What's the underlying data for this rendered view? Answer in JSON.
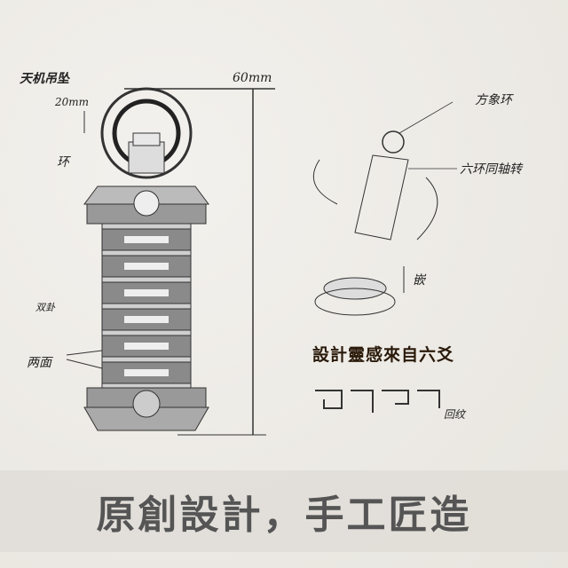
{
  "annotations": {
    "title": "天机吊坠",
    "height": "60mm",
    "ring_height": "20mm",
    "ring_label": "环",
    "double_label": "双卦",
    "sides_label": "两面",
    "top_ring_label": "方象环",
    "rotate_label": "六环同轴转",
    "inlay_label": "嵌",
    "pattern_label": "回纹"
  },
  "inspiration": "設計靈感來自六爻",
  "banner": "原創設計，手工匠造"
}
